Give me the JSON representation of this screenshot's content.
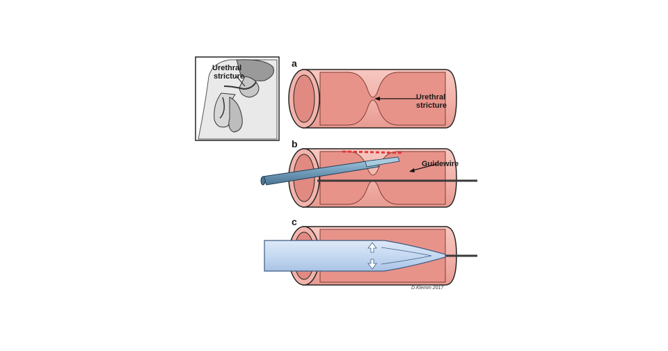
{
  "inset": {
    "label_line1": "Urethral",
    "label_line2": "stricture"
  },
  "panel_a": {
    "letter": "a",
    "label_line1": "Urethral",
    "label_line2": "stricture"
  },
  "panel_b": {
    "letter": "b",
    "label": "Guidewire"
  },
  "panel_c": {
    "letter": "c"
  },
  "signature": "D.Klemm 2017",
  "colors": {
    "tissue": "#f2b3ab",
    "tissue_dark": "#d98479",
    "inner": "#e8938a",
    "scope": "#7aa6c2",
    "dilator": "#cfe0f4",
    "incision": "#e23a3a"
  }
}
